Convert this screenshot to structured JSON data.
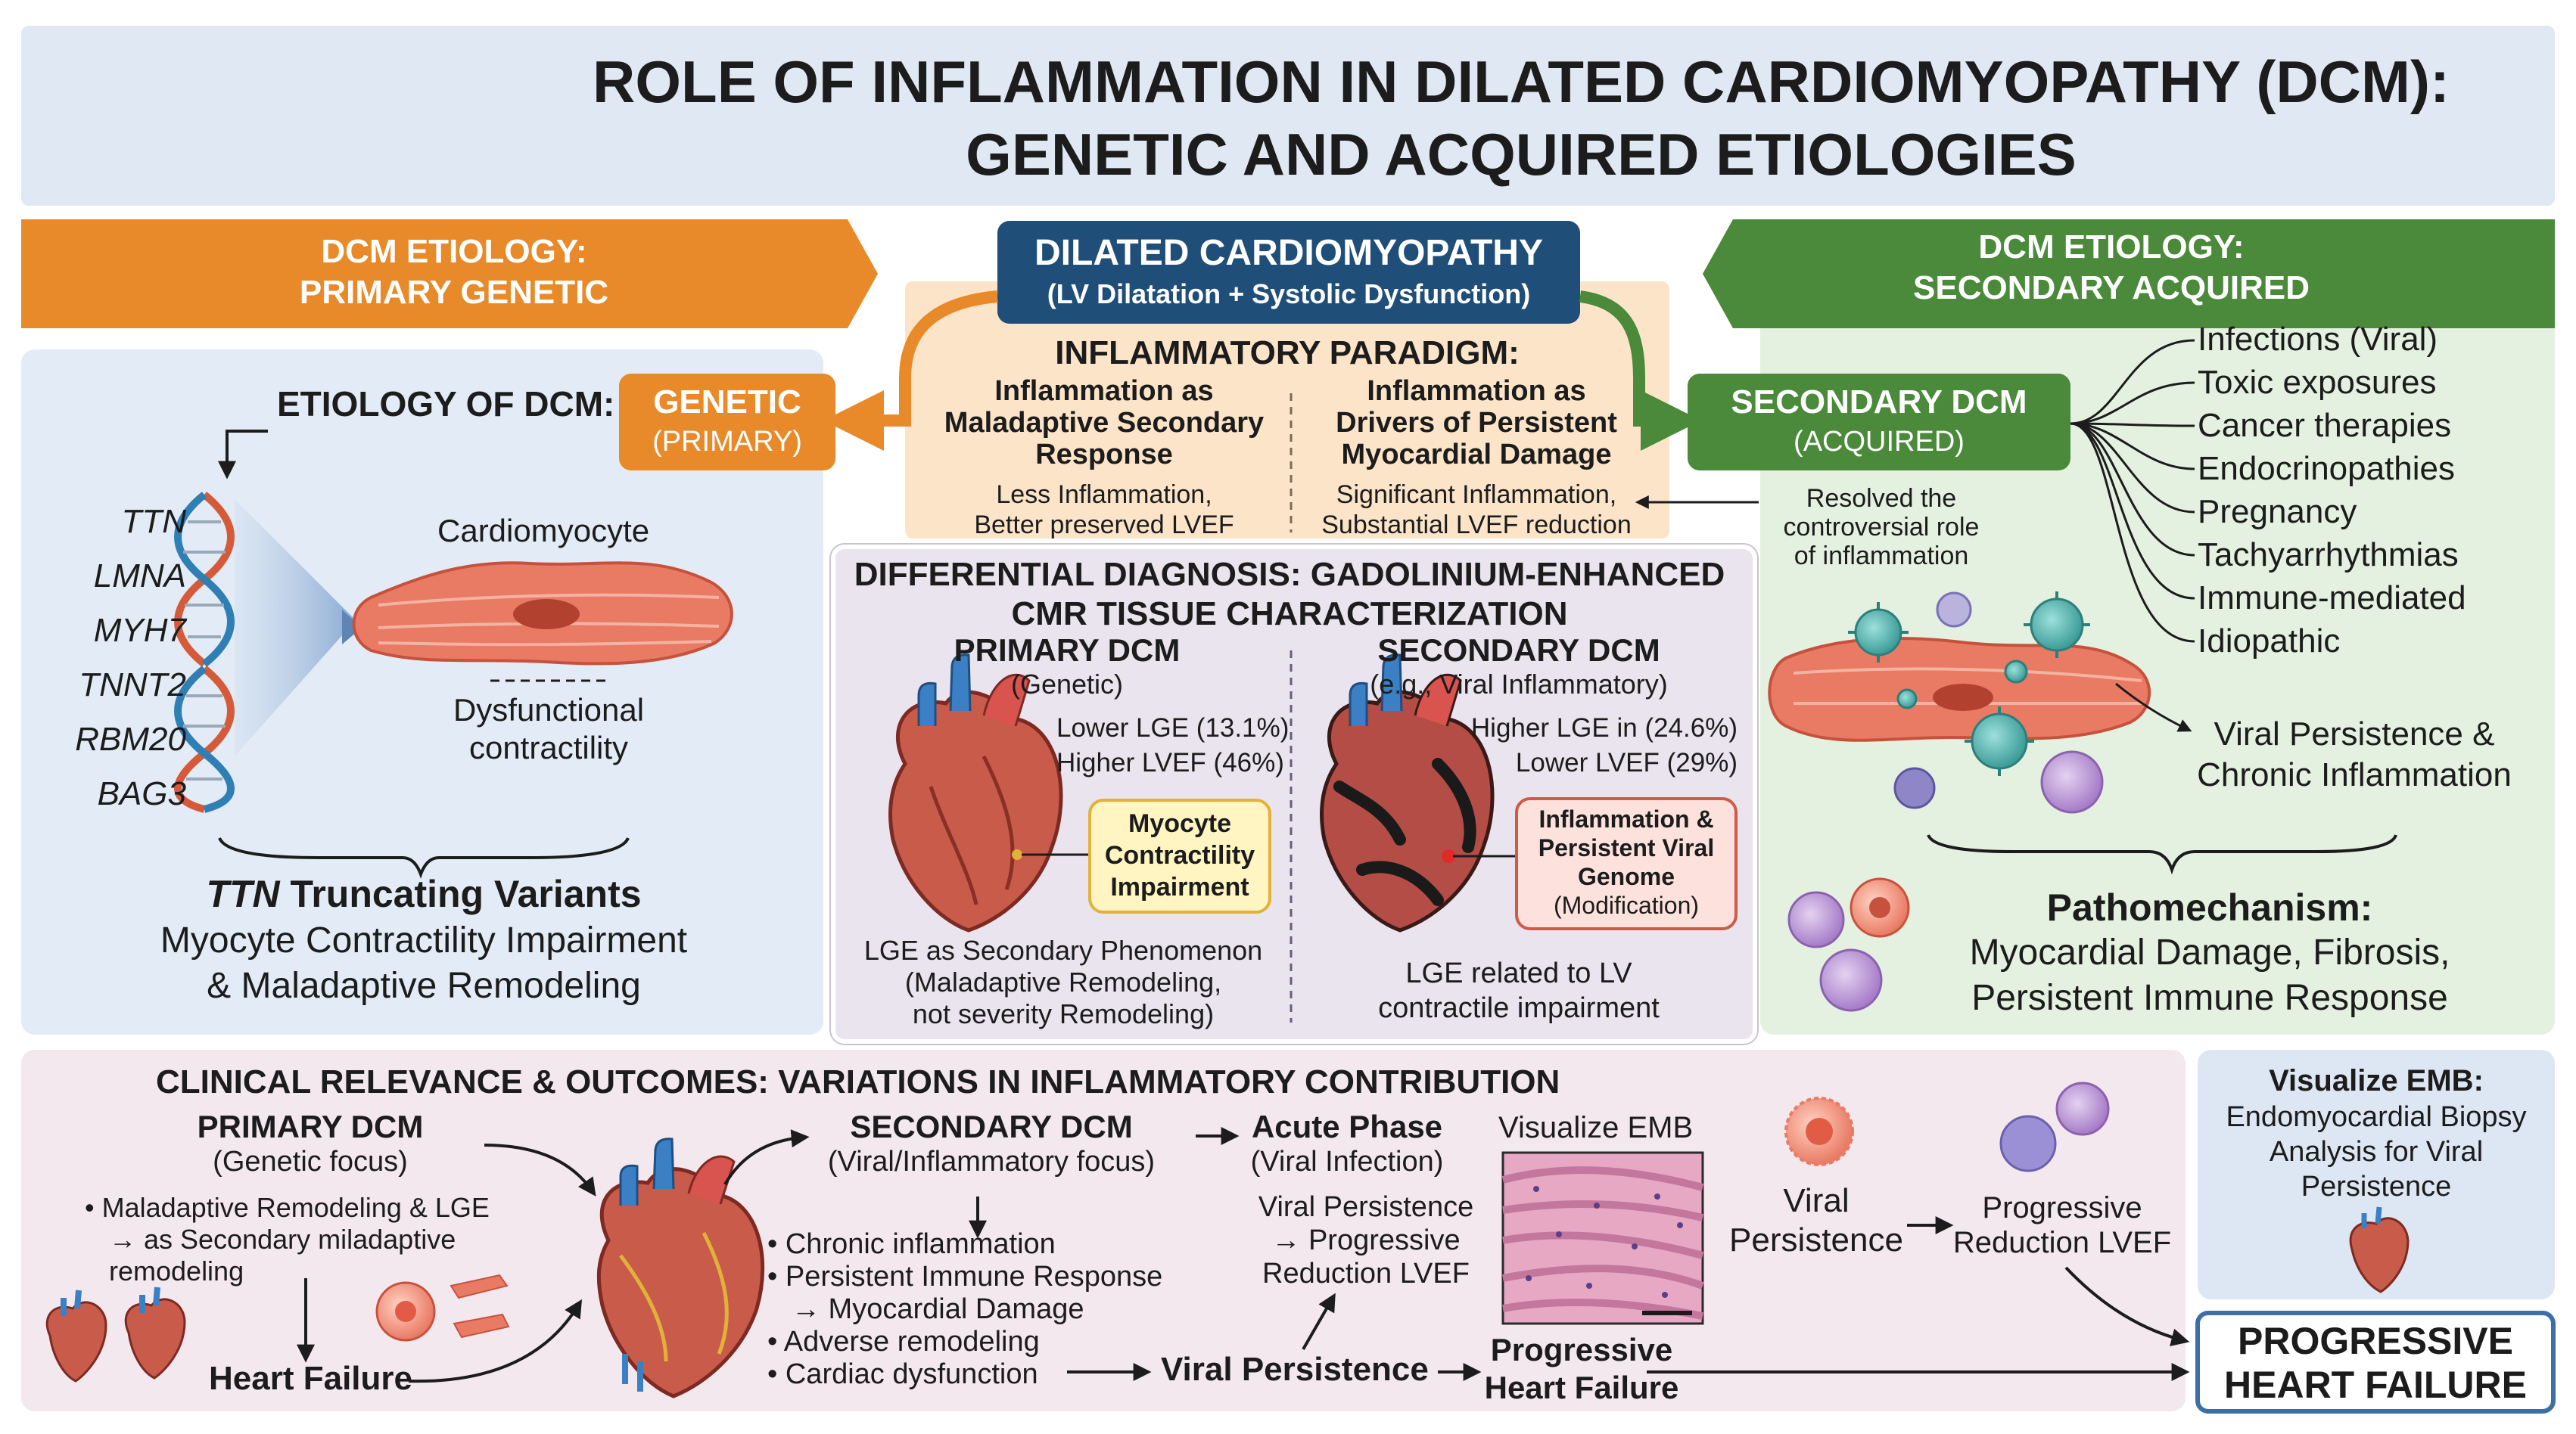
{
  "title": {
    "line1": "ROLE OF INFLAMMATION IN DILATED CARDIOMYOPATHY (DCM):",
    "line2": "GENETIC AND ACQUIRED ETIOLOGIES"
  },
  "banner_left": {
    "line1": "DCM ETIOLOGY:",
    "line2": "PRIMARY GENETIC"
  },
  "banner_center": {
    "line1": "DILATED CARDIOMYOPATHY",
    "line2": "(LV Dilatation + Systolic Dysfunction)"
  },
  "banner_right": {
    "line1": "DCM ETIOLOGY:",
    "line2": "SECONDARY ACQUIRED"
  },
  "genetic": {
    "etiology_label": "ETIOLOGY OF DCM:",
    "badge_line1": "GENETIC",
    "badge_line2": "(PRIMARY)",
    "genes": [
      "TTN",
      "LMNA",
      "MYH7",
      "TNNT2",
      "RBM20",
      "BAG3"
    ],
    "cell_label": "Cardiomyocyte",
    "dys_line1": "Dysfunctional",
    "dys_line2": "contractility",
    "ttn_bold": "TTN",
    "ttn_rest": " Truncating Variants",
    "sum_line1": "Myocyte Contractility Impairment",
    "sum_line2": "& Maladaptive Remodeling"
  },
  "paradigm": {
    "title": "INFLAMMATORY PARADIGM:",
    "left_h1": "Inflammation as",
    "left_h2": "Maladaptive Secondary",
    "left_h3": "Response",
    "left_s1": "Less Inflammation,",
    "left_s2": "Better preserved LVEF",
    "right_h1": "Inflammation as",
    "right_h2": "Drivers of Persistent",
    "right_h3": "Myocardial Damage",
    "right_s1": "Significant Inflammation,",
    "right_s2": "Substantial LVEF reduction"
  },
  "resolved": {
    "line1": "Resolved the",
    "line2": "controversial role",
    "line3": "of inflammation"
  },
  "secondary": {
    "badge_line1": "SECONDARY DCM",
    "badge_line2": "(ACQUIRED)",
    "causes": [
      "Infections (Viral)",
      "Toxic exposures",
      "Cancer therapies",
      "Endocrinopathies",
      "Pregnancy",
      "Tachyarrhythmias",
      "Immune-mediated",
      "Idiopathic"
    ],
    "viral_line1": "Viral Persistence &",
    "viral_line2": "Chronic Inflammation",
    "patho_title": "Pathomechanism:",
    "patho_line1": "Myocardial Damage, Fibrosis,",
    "patho_line2": "Persistent Immune Response"
  },
  "differential": {
    "title_line1": "DIFFERENTIAL DIAGNOSIS: GADOLINIUM-ENHANCED",
    "title_line2": "CMR TISSUE CHARACTERIZATION",
    "primary_title": "PRIMARY DCM",
    "primary_sub": "(Genetic)",
    "primary_stat1": "Lower LGE (13.1%)",
    "primary_stat2": "Higher LVEF (46%)",
    "primary_box1": "Myocyte",
    "primary_box2": "Contractility",
    "primary_box3": "Impairment",
    "primary_foot1": "LGE as Secondary Phenomenon",
    "primary_foot2": "(Maladaptive Remodeling,",
    "primary_foot3": "not severity Remodeling)",
    "secondary_title": "SECONDARY DCM",
    "secondary_sub": "(e.g., Viral Inflammatory)",
    "secondary_stat1": "Higher LGE in (24.6%)",
    "secondary_stat2": "Lower LVEF (29%)",
    "secondary_box1": "Inflammation &",
    "secondary_box2": "Persistent Viral",
    "secondary_box3": "Genome",
    "secondary_box4": "(Modification)",
    "secondary_foot1": "LGE related to LV",
    "secondary_foot2": "contractile impairment"
  },
  "clinical": {
    "title": "CLINICAL RELEVANCE & OUTCOMES: VARIATIONS IN INFLAMMATORY CONTRIBUTION",
    "primary_title": "PRIMARY DCM",
    "primary_sub": "(Genetic focus)",
    "primary_b1": "• Maladaptive Remodeling & LGE",
    "primary_b2": "→ as Secondary miladaptive",
    "primary_b3": "remodeling",
    "heart_failure": "Heart Failure",
    "secondary_title": "SECONDARY DCM",
    "secondary_sub": "(Viral/Inflammatory focus)",
    "secondary_bullets": [
      "• Chronic inflammation",
      "• Persistent Immune Response",
      "→ Myocardial Damage",
      "• Adverse remodeling",
      "• Cardiac dysfunction"
    ],
    "viral_persistence": "Viral Persistence",
    "acute_title": "Acute Phase",
    "acute_sub": "(Viral Infection)",
    "acute_l1": "Viral Persistence",
    "acute_l2": "→ Progressive",
    "acute_l3": "Reduction LVEF",
    "emb_label": "Visualize EMB",
    "prog_hf1": "Progressive",
    "prog_hf2": "Heart Failure",
    "viral_p1": "Viral",
    "viral_p2": "Persistence",
    "prog_red1": "Progressive",
    "prog_red2": "Reduction LVEF"
  },
  "emb": {
    "title": "Visualize EMB:",
    "l1": "Endomyocardial Biopsy",
    "l2": "Analysis for Viral",
    "l3": "Persistence"
  },
  "final": {
    "line1": "PROGRESSIVE",
    "line2": "HEART FAILURE"
  },
  "colors": {
    "orange": "#e88a2a",
    "navy": "#1f4e79",
    "green": "#4a8a3a",
    "panel_blue": "#e3ecf6",
    "panel_green": "#e5f1e0",
    "panel_peach": "#fbe4c8",
    "panel_lilac": "#e9e4ee",
    "panel_pink": "#f4e8ef"
  }
}
